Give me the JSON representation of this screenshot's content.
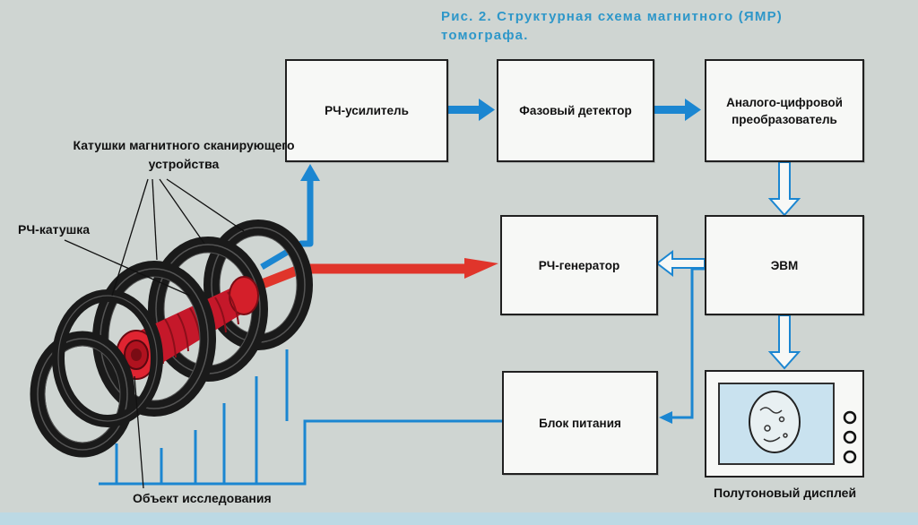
{
  "caption": {
    "line1": "Рис. 2. Структурная схема магнитного (ЯМР)",
    "line2": "томографа."
  },
  "blocks": {
    "rf_amplifier": "РЧ-усилитель",
    "phase_detector": "Фазовый детектор",
    "adc": "Аналого-цифровой преобразователь",
    "computer": "ЭВМ",
    "rf_generator": "РЧ-генератор",
    "power_supply": "Блок питания",
    "display": "Полутоновый дисплей"
  },
  "labels": {
    "scanning_coils": "Катушки магнитного сканирующего устройства",
    "rf_coil": "РЧ-катушка",
    "research_object": "Объект исследования"
  },
  "colors": {
    "signal_arrow": "#1b86d1",
    "rf_arrow": "#e0352b",
    "caption": "#2e97c9",
    "coil_red": "#d41f2a"
  }
}
